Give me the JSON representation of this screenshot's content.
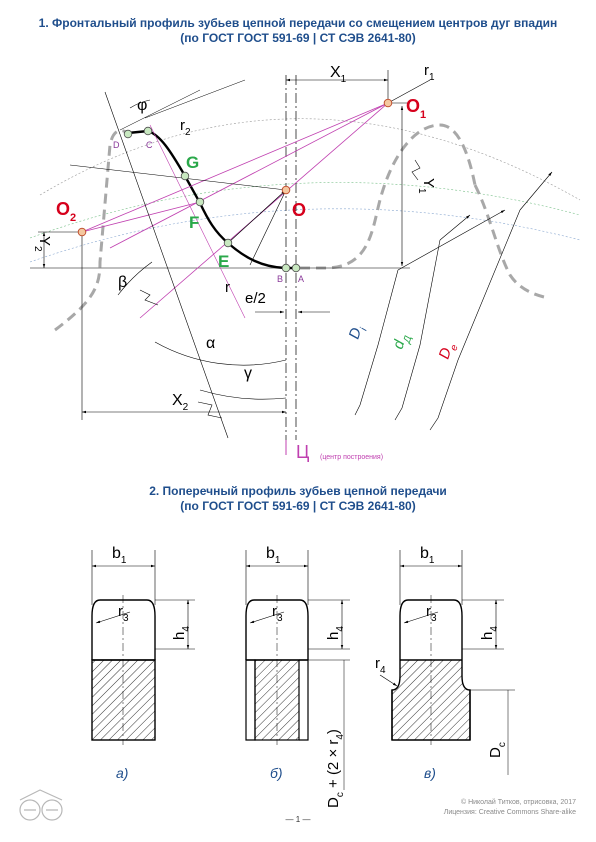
{
  "section1": {
    "line1": "1. Фронтальный профиль зубьев цепной передачи со смещением центров дуг впадин",
    "line2": "(по ГОСТ ГОСТ 591-69 | СТ СЭВ 2641-80)"
  },
  "section2": {
    "line1": "2. Поперечный профиль зубьев цепной передачи",
    "line2": "(по ГОСТ ГОСТ 591-69 | СТ СЭВ 2641-80)"
  },
  "labels": {
    "phi": "φ",
    "r2": "r",
    "r2_sub": "2",
    "r1": "r",
    "r1_sub": "1",
    "x1": "X",
    "x1_sub": "1",
    "o1": "O",
    "o1_sub": "1",
    "o2": "O",
    "o2_sub": "2",
    "o": "O",
    "y1": "Y",
    "y1_sub": "1",
    "y2": "Y",
    "y2_sub": "2",
    "d_point": "D",
    "c_point": "C",
    "g_point": "G",
    "f_point": "F",
    "e_point": "E",
    "b_point": "B",
    "a_point": "A",
    "beta": "β",
    "r": "r",
    "e_half": "e/2",
    "alpha": "α",
    "gamma": "γ",
    "x2": "X",
    "x2_sub": "2",
    "di": "D",
    "di_sub": "i",
    "dd": "d",
    "dd_sub": "Д",
    "de": "D",
    "de_sub": "e",
    "center": "Ц",
    "center_note": "(центр построения)"
  },
  "profiles": [
    {
      "b": "b",
      "b_sub": "1",
      "r": "r",
      "r_sub": "3",
      "h": "h",
      "h_sub": "4",
      "caption": "а)"
    },
    {
      "b": "b",
      "b_sub": "1",
      "r": "r",
      "r_sub": "3",
      "h": "h",
      "h_sub": "4",
      "caption": "б)",
      "dim": "D",
      "dim_sub": "c",
      "dim_rest": " + (2 × r",
      "dim_rest_sub": "4",
      "dim_close": ")"
    },
    {
      "b": "b",
      "b_sub": "1",
      "r": "r",
      "r_sub": "3",
      "h": "h",
      "h_sub": "4",
      "caption": "в)",
      "r4": "r",
      "r4_sub": "4",
      "dim": "D",
      "dim_sub": "c"
    }
  ],
  "footer": {
    "author": "© Николай Титков, отрисовка, 2017",
    "license": "Лицензия: Creative Commons Share-alike",
    "page": "— 1 —"
  },
  "colors": {
    "title": "#1f4e8c",
    "red": "#d6001c",
    "green": "#2aa84a",
    "magenta": "#c040b0",
    "blue": "#1f4e8c"
  }
}
